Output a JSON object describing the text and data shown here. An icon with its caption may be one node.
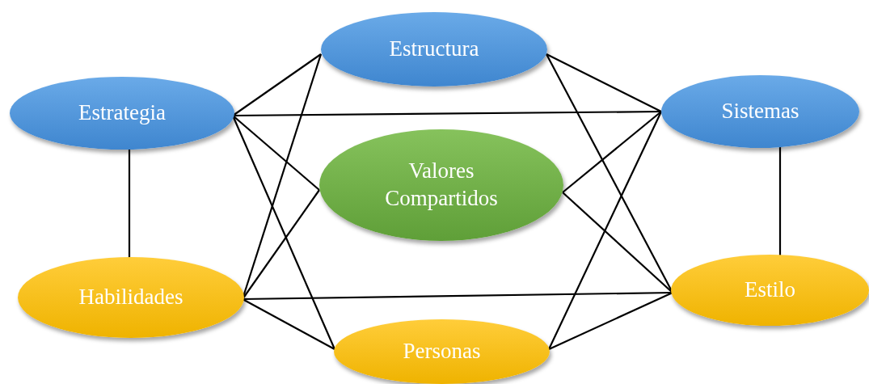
{
  "diagram": {
    "nodes": [
      {
        "text": [
          "Estructura"
        ]
      },
      {
        "text": [
          "Estrategia"
        ]
      },
      {
        "text": [
          "Sistemas"
        ]
      },
      {
        "text": [
          "Valores Compartidos"
        ]
      },
      {
        "text": [
          "Habilidades"
        ]
      },
      {
        "text": [
          "Estilo"
        ]
      },
      {
        "text": [
          "Personas"
        ]
      }
    ],
    "edges": [
      {
        "from": 1,
        "to": 0,
        "arrow": "none"
      },
      {
        "from": 1,
        "to": 2,
        "arrow": "none"
      },
      {
        "from": 1,
        "to": 3,
        "arrow": "none"
      },
      {
        "from": 1,
        "to": 6,
        "arrow": "none"
      },
      {
        "from": 1,
        "to": 4,
        "arrow": "none"
      },
      {
        "from": 4,
        "to": 0,
        "arrow": "none"
      },
      {
        "from": 4,
        "to": 3,
        "arrow": "none"
      },
      {
        "from": 4,
        "to": 5,
        "arrow": "none"
      },
      {
        "from": 4,
        "to": 6,
        "arrow": "none"
      },
      {
        "from": 0,
        "to": 2,
        "arrow": "none"
      },
      {
        "from": 0,
        "to": 5,
        "arrow": "none"
      },
      {
        "from": 2,
        "to": 3,
        "arrow": "none"
      },
      {
        "from": 2,
        "to": 6,
        "arrow": "none"
      },
      {
        "from": 2,
        "to": 5,
        "arrow": "none"
      },
      {
        "from": 5,
        "to": 3,
        "arrow": "none"
      },
      {
        "from": 5,
        "to": 6,
        "arrow": "none"
      }
    ]
  }
}
